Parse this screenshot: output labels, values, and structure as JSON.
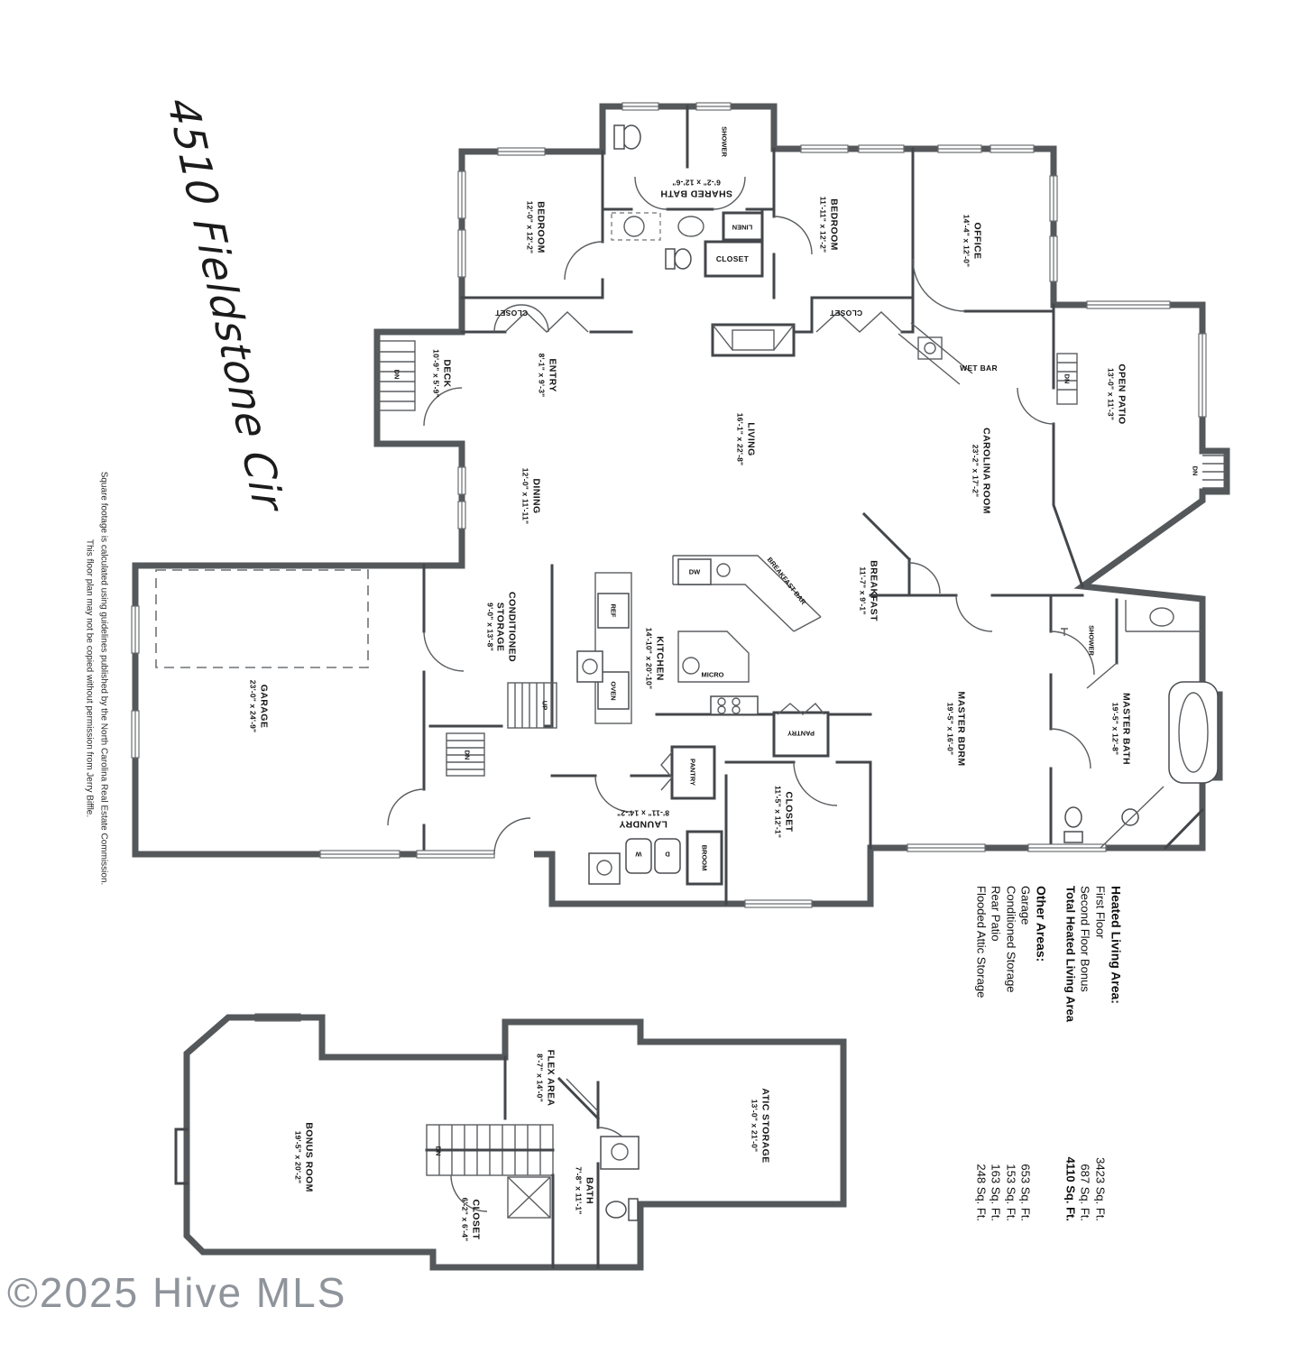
{
  "page": {
    "title_text": "4510 Fieldstone Cir",
    "copyright": "©2025 Hive MLS"
  },
  "disclaimer": {
    "line1": "Square footage is calculated using guidelines published by the North Carolina Real Estate Commission.",
    "line2": "This floor plan may not be copied without permission from Jerry Biffle."
  },
  "first_floor": {
    "rooms": [
      {
        "name": "BEDROOM",
        "dims": "12'-0\" x 12'-2\""
      },
      {
        "name": "SHARED BATH",
        "dims": "6'-2\" x 12'-6\""
      },
      {
        "name": "BEDROOM",
        "dims": "11'-11\" x 12'-2\""
      },
      {
        "name": "OFFICE",
        "dims": "14'-4\" x 12'-0\""
      },
      {
        "name": "OPEN PATIO",
        "dims": "13'-0\" x 11'-3\""
      },
      {
        "name": "DECK",
        "dims": "10'-9\" x 5'-9\""
      },
      {
        "name": "ENTRY",
        "dims": "8'-1\" x 9'-3\""
      },
      {
        "name": "LIVING",
        "dims": "16'-1\" x 22'-8\""
      },
      {
        "name": "DINING",
        "dims": "12'-0\" x 11'-11\""
      },
      {
        "name": "CAROLINA ROOM",
        "dims": "23'-2\" x 17'-2\""
      },
      {
        "name": "BREAKFAST",
        "dims": "11'-7\" x 9'-1\""
      },
      {
        "name": "KITCHEN",
        "dims": "14'-10\" x 20'-10\""
      },
      {
        "name": "CONDITIONED STORAGE",
        "dims": "9'-0\" x 13'-8\""
      },
      {
        "name": "GARAGE",
        "dims": "23'-0\" x 24'-9\""
      },
      {
        "name": "MASTER BDRM",
        "dims": "19'-5\" x 16'-0\""
      },
      {
        "name": "MASTER BATH",
        "dims": "19'-5\" x 12'-8\""
      },
      {
        "name": "LAUNDRY",
        "dims": "8'-11\" x 14'-2\""
      },
      {
        "name": "CLOSET",
        "dims": "11'-5\" x 12'-1\""
      }
    ],
    "labels": {
      "closet_left": "CLOSET",
      "closet_right": "CLOSET",
      "closet_hall": "CLOSET",
      "linen": "LINEN",
      "shower_bath": "SHOWER",
      "shower_master": "SHOWER",
      "wet_bar": "WET BAR",
      "breakfast_bar": "BREAKFAST BAR",
      "pantry_kitchen": "PANTRY",
      "pantry_hall": "PANTRY",
      "broom": "BROOM",
      "washer": "W",
      "dryer": "D",
      "ref": "REF",
      "oven": "OVEN",
      "dw": "DW",
      "micro": "MICRO",
      "up": "UP",
      "dn_stairs": "DN",
      "dn_deck": "DN",
      "dn_patio": "DN",
      "dn_patio_steps": "DN"
    }
  },
  "second_floor": {
    "rooms": [
      {
        "name": "BONUS ROOM",
        "dims": "19'-5\" x 20'-2\""
      },
      {
        "name": "FLEX AREA",
        "dims": "8'-7\" x 14'-0\""
      },
      {
        "name": "ATIC STORAGE",
        "dims": "13'-0\" x 21'-0\""
      },
      {
        "name": "BATH",
        "dims": "7'-8\" x 11'-1\""
      },
      {
        "name": "CLOSET",
        "dims": "6'-2\" x 6'-4\""
      }
    ],
    "labels": {
      "dn_bonus": "DN"
    }
  },
  "area_summary": {
    "heated_heading": "Heated Living Area:",
    "heated_rows": [
      {
        "label": "First Floor",
        "value": "3423 Sq. Ft."
      },
      {
        "label": "Second Floor Bonus",
        "value": "687 Sq. Ft."
      },
      {
        "label": "Total Heated Living Area",
        "value": "4110 Sq. Ft."
      }
    ],
    "other_heading": "Other Areas:",
    "other_rows": [
      {
        "label": "Garage",
        "value": "653 Sq. Ft."
      },
      {
        "label": "Conditioned Storage",
        "value": "153 Sq. Ft."
      },
      {
        "label": "Rear Patio",
        "value": "163 Sq. Ft."
      },
      {
        "label": "Flooded Attic Storage",
        "value": "248 Sq. Ft."
      }
    ]
  }
}
